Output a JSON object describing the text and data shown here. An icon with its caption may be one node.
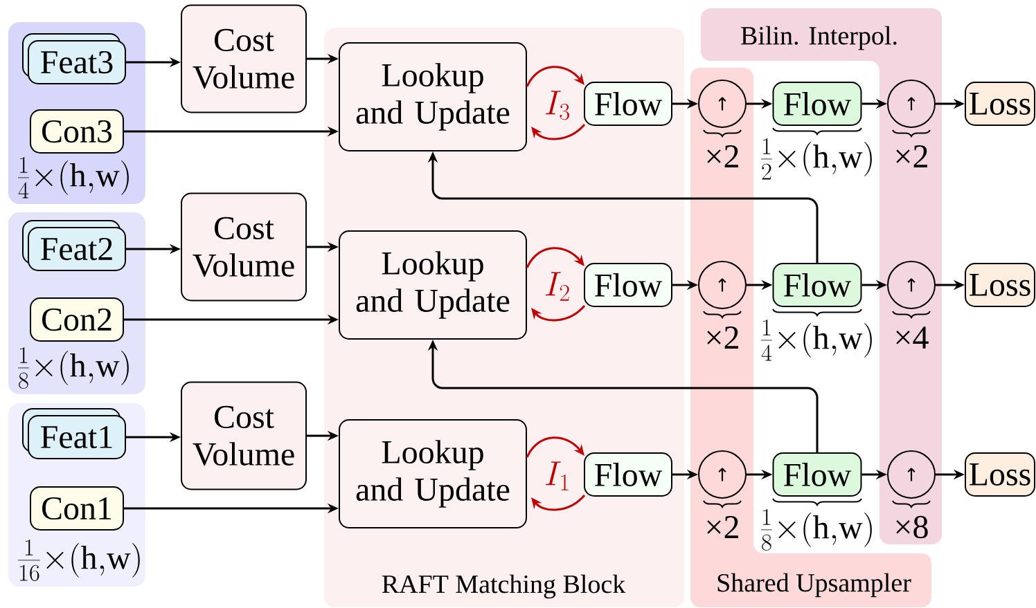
{
  "diagram": {
    "nodes": [
      {
        "text": [
          "\\frac{1}{4}{\\times}(\\mathrm{h{,}w})"
        ]
      },
      {
        "text": [
          "Feat3"
        ],
        "in": 0
      },
      {
        "text": [
          "Con3"
        ],
        "in": 0
      },
      {
        "text": [
          "\\frac{1}{8}{\\times}(\\mathrm{h{,}w})"
        ]
      },
      {
        "text": [
          "Feat2"
        ],
        "in": 3
      },
      {
        "text": [
          "Con2"
        ],
        "in": 3
      },
      {
        "text": [
          "\\frac{1}{16}{\\times}(\\mathrm{h{,}w})"
        ]
      },
      {
        "text": [
          "Feat1"
        ],
        "in": 6
      },
      {
        "text": [
          "Con1"
        ],
        "in": 6
      },
      {
        "text": [
          "Cost Volume"
        ]
      },
      {
        "text": [
          "Cost Volume"
        ]
      },
      {
        "text": [
          "Cost Volume"
        ]
      },
      {
        "text": [
          "RAFT Matching Block"
        ]
      },
      {
        "text": [
          "Lookup and Update"
        ],
        "in": 12
      },
      {
        "text": [
          "Lookup and Update"
        ],
        "in": 12
      },
      {
        "text": [
          "Lookup and Update"
        ],
        "in": 12
      },
      {
        "text": [
          "Flow"
        ],
        "in": 12
      },
      {
        "text": [
          "Flow"
        ],
        "in": 12
      },
      {
        "text": [
          "Flow"
        ],
        "in": 12
      },
      {
        "text": [
          "Shared Upsampler"
        ]
      },
      {
        "text": [
          "↑"
        ],
        "beside": [
          "×2"
        ],
        "in": 19
      },
      {
        "text": [
          "↑"
        ],
        "beside": [
          "×2"
        ],
        "in": 19
      },
      {
        "text": [
          "↑"
        ],
        "beside": [
          "×2"
        ],
        "in": 19
      },
      {
        "text": [
          "Bilin. Interpol."
        ]
      },
      {
        "text": [
          "Flow"
        ],
        "beside": [
          "\\frac{1}{2}{\\times}(\\mathrm{h{,}w})"
        ]
      },
      {
        "text": [
          "Flow"
        ],
        "beside": [
          "\\frac{1}{4}{\\times}(\\mathrm{h{,}w})"
        ]
      },
      {
        "text": [
          "Flow"
        ],
        "beside": [
          "\\frac{1}{8}{\\times}(\\mathrm{h{,}w})"
        ]
      },
      {
        "text": [
          "↑"
        ],
        "beside": [
          "×2"
        ],
        "in": 23
      },
      {
        "text": [
          "↑"
        ],
        "beside": [
          "×4"
        ],
        "in": 23
      },
      {
        "text": [
          "↑"
        ],
        "beside": [
          "×8"
        ],
        "in": 23
      },
      {
        "text": [
          "Loss"
        ]
      },
      {
        "text": [
          "Loss"
        ]
      },
      {
        "text": [
          "Loss"
        ]
      }
    ],
    "edges": [
      {
        "from": 1,
        "to": 9,
        "arrow": "to"
      },
      {
        "from": 9,
        "to": 13,
        "arrow": "to"
      },
      {
        "from": 2,
        "to": 13,
        "arrow": "to"
      },
      {
        "from": 4,
        "to": 10,
        "arrow": "to"
      },
      {
        "from": 10,
        "to": 14,
        "arrow": "to"
      },
      {
        "from": 5,
        "to": 14,
        "arrow": "to"
      },
      {
        "from": 7,
        "to": 11,
        "arrow": "to"
      },
      {
        "from": 11,
        "to": 15,
        "arrow": "to"
      },
      {
        "from": 8,
        "to": 15,
        "arrow": "to"
      },
      {
        "from": 13,
        "to": 16,
        "arrow": "to",
        "label": "I_3",
        "color": "#c00000"
      },
      {
        "from": 16,
        "to": 13,
        "arrow": "to",
        "color": "#c00000"
      },
      {
        "from": 14,
        "to": 17,
        "arrow": "to",
        "label": "I_2",
        "color": "#c00000"
      },
      {
        "from": 17,
        "to": 14,
        "arrow": "to",
        "color": "#c00000"
      },
      {
        "from": 15,
        "to": 18,
        "arrow": "to",
        "label": "I_1",
        "color": "#c00000"
      },
      {
        "from": 18,
        "to": 15,
        "arrow": "to",
        "color": "#c00000"
      },
      {
        "from": 16,
        "to": 20,
        "arrow": "to"
      },
      {
        "from": 20,
        "to": 24,
        "arrow": "to"
      },
      {
        "from": 24,
        "to": 27,
        "arrow": "to"
      },
      {
        "from": 27,
        "to": 30,
        "arrow": "to"
      },
      {
        "from": 17,
        "to": 21,
        "arrow": "to"
      },
      {
        "from": 21,
        "to": 25,
        "arrow": "to"
      },
      {
        "from": 25,
        "to": 28,
        "arrow": "to"
      },
      {
        "from": 28,
        "to": 31,
        "arrow": "to"
      },
      {
        "from": 18,
        "to": 22,
        "arrow": "to"
      },
      {
        "from": 22,
        "to": 26,
        "arrow": "to"
      },
      {
        "from": 26,
        "to": 29,
        "arrow": "to"
      },
      {
        "from": 29,
        "to": 32,
        "arrow": "to"
      },
      {
        "from": 25,
        "to": 13,
        "arrow": "to"
      },
      {
        "from": 26,
        "to": 14,
        "arrow": "to"
      }
    ]
  }
}
